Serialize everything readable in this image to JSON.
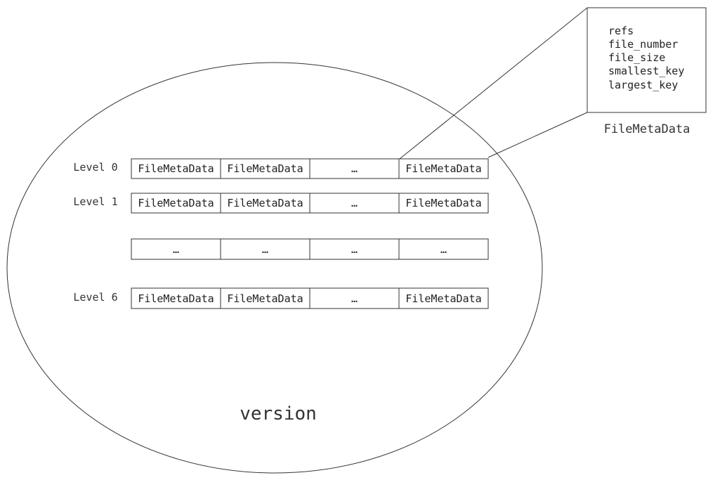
{
  "diagram": {
    "container_label": "version",
    "levels": [
      {
        "label": "Level 0",
        "cells": [
          "FileMetaData",
          "FileMetaData",
          "…",
          "FileMetaData"
        ]
      },
      {
        "label": "Level 1",
        "cells": [
          "FileMetaData",
          "FileMetaData",
          "…",
          "FileMetaData"
        ]
      },
      {
        "label": "",
        "cells": [
          "…",
          "…",
          "…",
          "…"
        ]
      },
      {
        "label": "Level 6",
        "cells": [
          "FileMetaData",
          "FileMetaData",
          "…",
          "FileMetaData"
        ]
      }
    ],
    "detail": {
      "title": "FileMetaData",
      "fields": [
        "refs",
        "file_number",
        "file_size",
        "smallest_key",
        "largest_key"
      ]
    },
    "colors": {
      "stroke": "#333333",
      "text": "#222222",
      "background": "#ffffff"
    }
  }
}
